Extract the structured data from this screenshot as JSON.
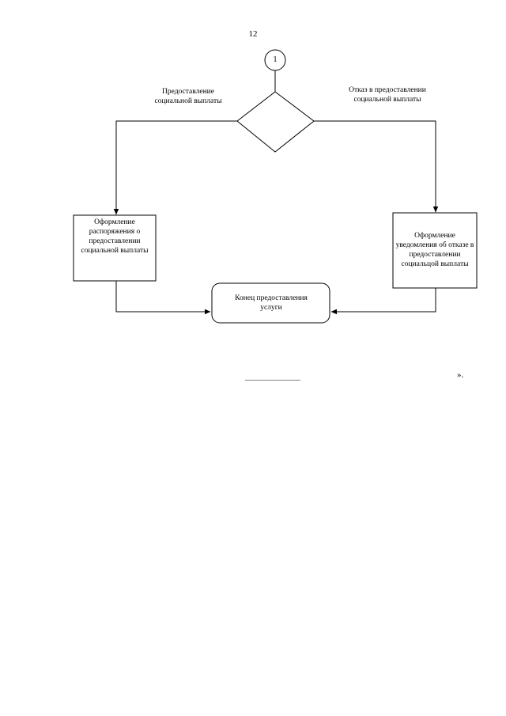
{
  "page": {
    "number": "12",
    "closing_mark": "»."
  },
  "flowchart": {
    "connector_label": "1",
    "branch_left_label": "Предоставление социальной выплаты",
    "branch_right_label": "Отказ в предоставлении социальной выплаты",
    "box_left_text": "Оформление распоряжения о предоставлении социальной выплаты",
    "box_right_text": "Оформление уведомления об отказе в предоставлении социальцой выплаты",
    "end_text": "Конец предоставления услуги"
  },
  "colors": {
    "stroke": "#000000",
    "background": "#ffffff"
  }
}
